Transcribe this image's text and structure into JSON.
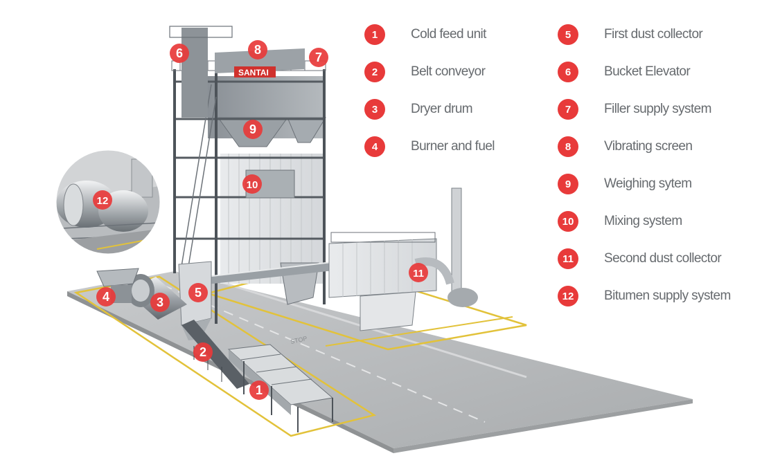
{
  "colors": {
    "marker": "#e83a3a",
    "legend_text": "#666a6e",
    "floor": "#b9bbbd",
    "yellow_line": "#e2c23a",
    "steel_dark": "#6c7278",
    "steel_light": "#e6e8ea"
  },
  "brand": "SANTAI",
  "ground_marking": "STOP",
  "legend": [
    {
      "num": "1",
      "label": "Cold feed unit"
    },
    {
      "num": "2",
      "label": "Belt conveyor"
    },
    {
      "num": "3",
      "label": "Dryer drum"
    },
    {
      "num": "4",
      "label": "Burner and fuel"
    },
    {
      "num": "5",
      "label": "First dust collector"
    },
    {
      "num": "6",
      "label": "Bucket Elevator"
    },
    {
      "num": "7",
      "label": "Filler supply system"
    },
    {
      "num": "8",
      "label": "Vibrating screen"
    },
    {
      "num": "9",
      "label": "Weighing sytem"
    },
    {
      "num": "10",
      "label": "Mixing system"
    },
    {
      "num": "11",
      "label": "Second dust collector"
    },
    {
      "num": "12",
      "label": "Bitumen supply system"
    }
  ],
  "markers": [
    "1",
    "2",
    "3",
    "4",
    "5",
    "6",
    "7",
    "8",
    "9",
    "10",
    "11",
    "12"
  ]
}
